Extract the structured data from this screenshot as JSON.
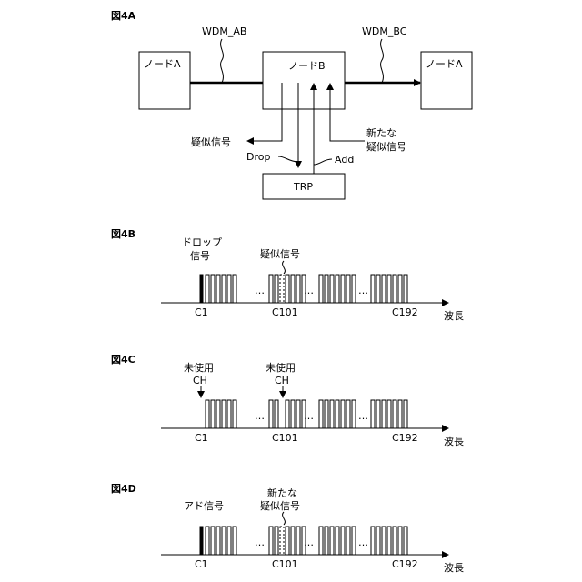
{
  "figures": {
    "fig4a": {
      "label": "図4A",
      "wdm_ab": "WDM_AB",
      "wdm_bc": "WDM_BC",
      "node_left": "ノードA",
      "node_center": "ノードB",
      "node_right": "ノードA",
      "pseudo_out": "疑似信号",
      "new_pseudo_line1": "新たな",
      "new_pseudo_line2": "疑似信号",
      "drop": "Drop",
      "add": "Add",
      "trp": "TRP"
    },
    "fig4b": {
      "label": "図4B",
      "drop_line1": "ドロップ",
      "drop_line2": "信号",
      "pseudo": "疑似信号"
    },
    "fig4c": {
      "label": "図4C",
      "unused1_line1": "未使用",
      "unused1_line2": "CH",
      "unused2_line1": "未使用",
      "unused2_line2": "CH"
    },
    "fig4d": {
      "label": "図4D",
      "add_signal": "アド信号",
      "new_pseudo_line1": "新たな",
      "new_pseudo_line2": "疑似信号"
    }
  },
  "axis": {
    "ch_first": "C1",
    "ch_mid": "C101",
    "ch_last": "C192",
    "wavelength": "波長",
    "ellipsis": "…"
  }
}
